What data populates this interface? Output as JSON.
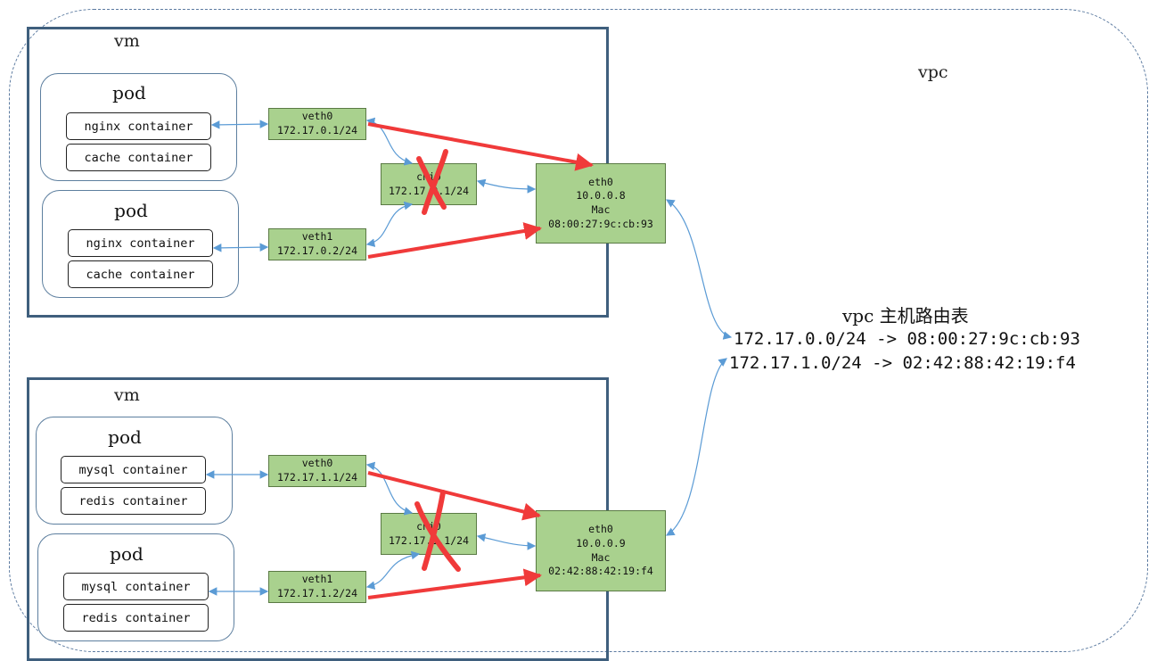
{
  "vpc": {
    "label": "vpc",
    "route_table": {
      "title": "vpc 主机路由表",
      "routes": [
        "172.17.0.0/24 -> 08:00:27:9c:cb:93",
        "172.17.1.0/24 -> 02:42:88:42:19:f4"
      ]
    }
  },
  "vms": [
    {
      "label": "vm",
      "pods": [
        {
          "label": "pod",
          "containers": [
            "nginx container",
            "cache container"
          ]
        },
        {
          "label": "pod",
          "containers": [
            "nginx container",
            "cache container"
          ]
        }
      ],
      "veths": [
        {
          "name": "veth0",
          "ip": "172.17.0.1/24"
        },
        {
          "name": "veth1",
          "ip": "172.17.0.2/24"
        }
      ],
      "bridge": {
        "name": "cni0",
        "ip": "172.17.0.1/24"
      },
      "eth": {
        "name": "eth0",
        "ip": "10.0.0.8",
        "mac_label": "Mac",
        "mac": "08:00:27:9c:cb:93"
      }
    },
    {
      "label": "vm",
      "pods": [
        {
          "label": "pod",
          "containers": [
            "mysql container",
            "redis container"
          ]
        },
        {
          "label": "pod",
          "containers": [
            "mysql container",
            "redis container"
          ]
        }
      ],
      "veths": [
        {
          "name": "veth0",
          "ip": "172.17.1.1/24"
        },
        {
          "name": "veth1",
          "ip": "172.17.1.2/24"
        }
      ],
      "bridge": {
        "name": "cni0",
        "ip": "172.17.1.1/24"
      },
      "eth": {
        "name": "eth0",
        "ip": "10.0.0.9",
        "mac_label": "Mac",
        "mac": "02:42:88:42:19:f4"
      }
    }
  ],
  "colors": {
    "green_box": "#a9d18e",
    "vm_border": "#3f5f7d",
    "red_arrow": "#f03a3a",
    "blue_link": "#5b9bd5"
  }
}
